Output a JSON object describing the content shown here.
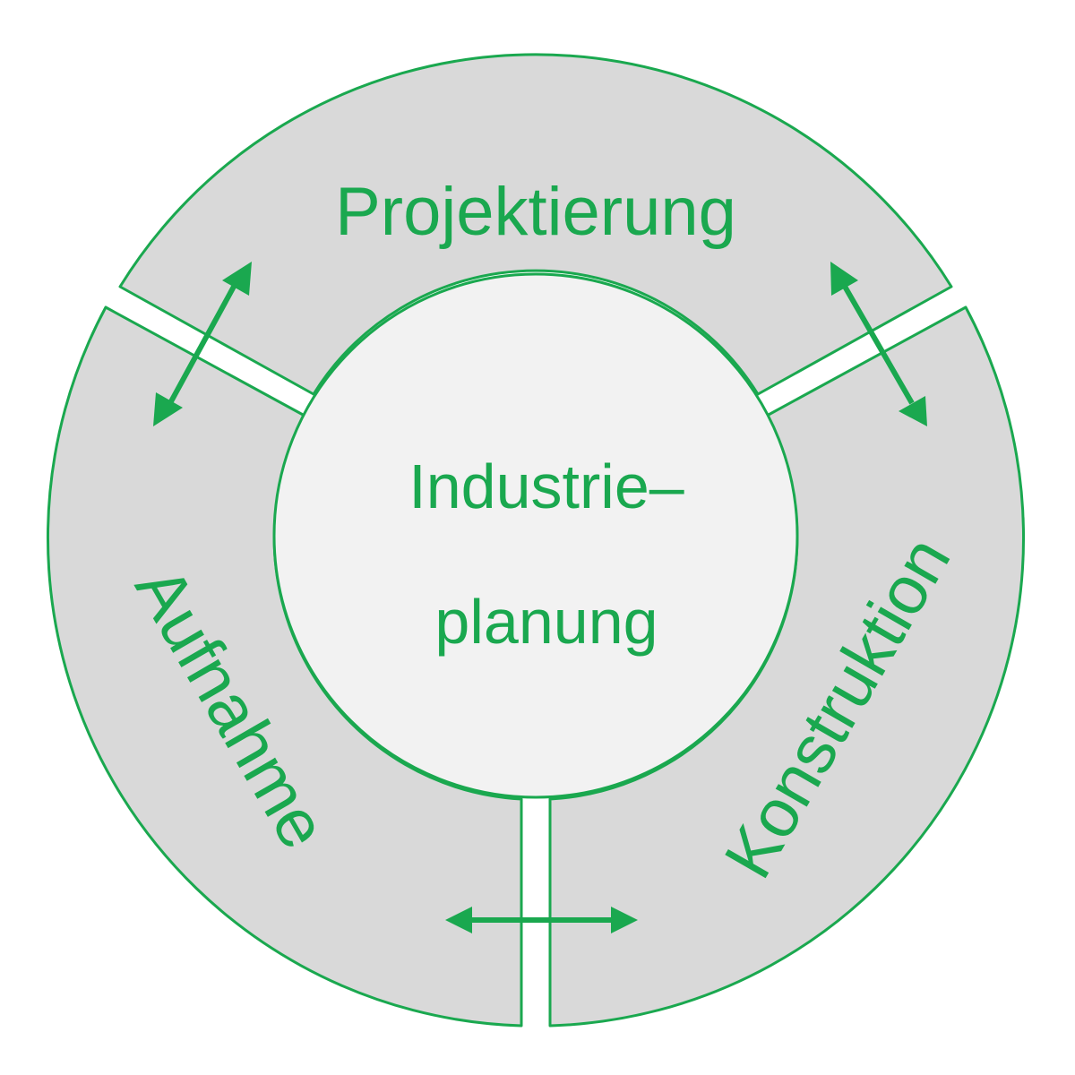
{
  "diagram": {
    "center": {
      "line1": "Industrie–",
      "line2": "planung"
    },
    "segments": {
      "top": "Projektierung",
      "left": "Aufnahme",
      "right": "Konstruktion"
    },
    "colors": {
      "accent": "#1aa84f",
      "segment_fill": "#d9d9d9",
      "hub_fill": "#f2f2f2",
      "background": "#ffffff"
    }
  }
}
